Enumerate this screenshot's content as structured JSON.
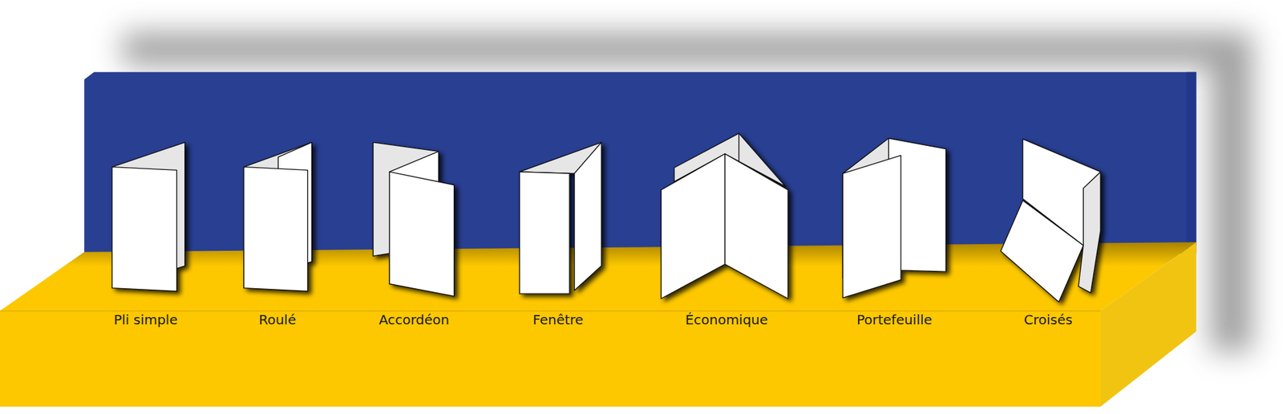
{
  "diagram": {
    "labels": [
      "Pli simple",
      "Roulé",
      "Accordéon",
      "Fenêtre",
      "Économique",
      "Portefeuille",
      "Croisés"
    ]
  }
}
